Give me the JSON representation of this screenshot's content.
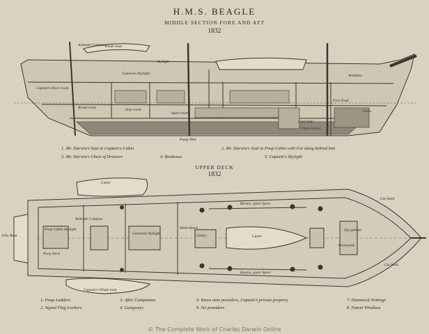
{
  "header": {
    "title": "H.M.S. BEAGLE",
    "subtitle": "MIDDLE SECTION FORE AND AFT",
    "year_top": "1832",
    "upper_deck_title": "UPPER DECK",
    "year_bottom": "1832"
  },
  "section_labels": {
    "azimuth_compass": "Azimuth Compass",
    "whale_boat": "Whale boat",
    "skylight": "Skylight",
    "gunroom_skylight": "Gunroom Skylight",
    "windlass": "Windlass",
    "captains_store_room": "Captain's Store room",
    "bread_room": "Bread room",
    "slop_room": "Slop room",
    "spirit_room": "Spirit room",
    "fore_peak": "Fore Peak",
    "coal_hole": "Coal hole",
    "chain_locker": "Chain locker",
    "coals": "Coals",
    "pump_well": "Pump Well"
  },
  "legend_top": [
    "1. Mr. Darwin's Seat in Captain's Cabin",
    "2. Mr. Darwin's Seat in Poop Cabin with Cot slung behind him",
    "3. Mr. Darwin's Chest of Drawers",
    "4. Bookcase",
    "5. Captain's Skylight"
  ],
  "deck_labels": {
    "cutter": "Cutter",
    "poop_cabin_skylight": "Poop Cabin Skylight",
    "azimuth_compass": "Azimuth Compass",
    "gunroom_skylight": "Gunroom Skylight",
    "main_hatch": "Main Hatch",
    "booms_spare_spars_top": "Booms, spare Spars",
    "booms_spare_spars_bottom": "Booms, spare Spars",
    "galley": "Galley",
    "cutter_bow": "Cutter",
    "top_gallant": "Top gallant",
    "forecastle": "Forecastle",
    "cat_head_top": "Cat head",
    "cat_head_bottom": "Cat head",
    "poop_deck": "Poop Deck",
    "captains_whale_boat": "Captain's Whale boat",
    "jolly_boat": "Jolly Boat"
  },
  "legend_bottom": [
    "1. Poop Ladders",
    "2. Signal Flag Lockers",
    "3. After Companion",
    "4. Gangways",
    "5. Brass nine pounders, Captain's private property",
    "6. Six pounders",
    "7. Hammock Nettings",
    "8. Patent Windlass"
  ],
  "credit": "© The Complete Work of Charles Darwin Online"
}
